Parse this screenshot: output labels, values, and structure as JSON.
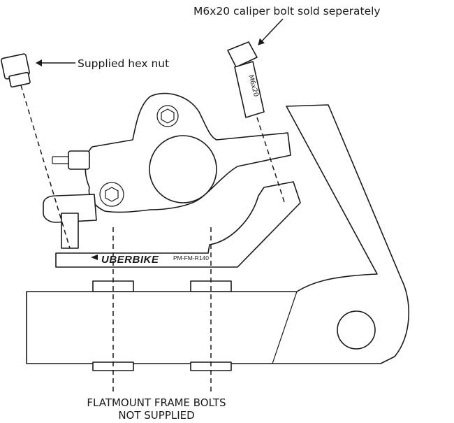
{
  "labels": {
    "caliper_bolt": "M6x20 caliper bolt sold seperately",
    "hex_nut": "Supplied hex nut",
    "frame_bolts_line1": "FLATMOUNT FRAME BOLTS",
    "frame_bolts_line2": "NOT SUPPLIED",
    "brand": "UBERBIKE",
    "part_number": "PM-FM-R140",
    "bolt_marking": "M6x20"
  },
  "colors": {
    "line": "#1a1a1a",
    "fill": "#ffffff"
  }
}
